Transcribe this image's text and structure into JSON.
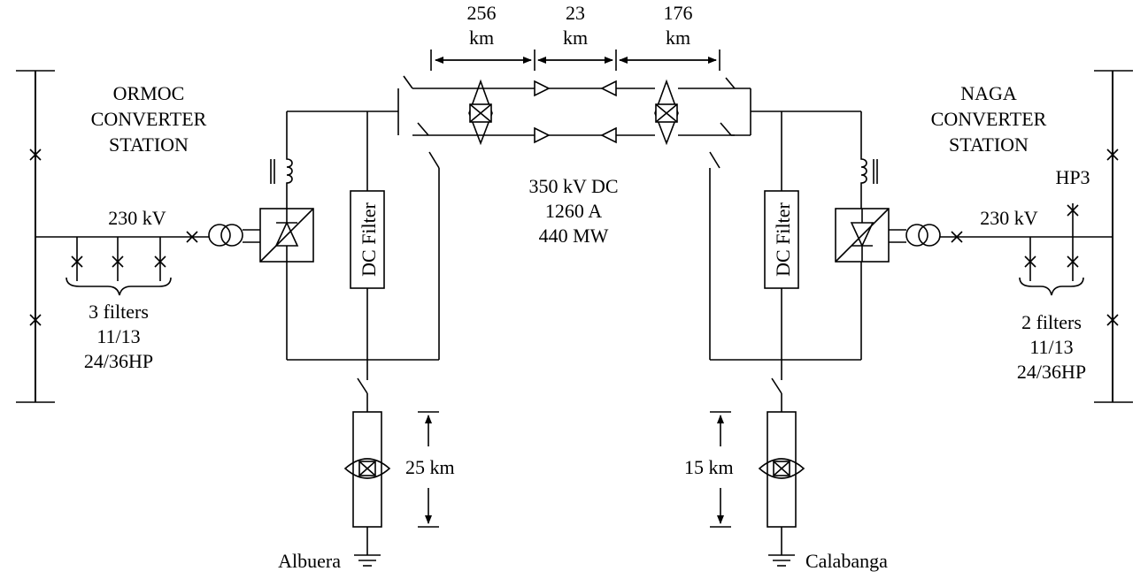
{
  "stations": {
    "ormoc": {
      "line1": "ORMOC",
      "line2": "CONVERTER",
      "line3": "STATION"
    },
    "naga": {
      "line1": "NAGA",
      "line2": "CONVERTER",
      "line3": "STATION"
    }
  },
  "ac": {
    "left_voltage": "230 kV",
    "right_voltage": "230 kV"
  },
  "filters": {
    "left": {
      "line1": "3 filters",
      "line2": "11/13",
      "line3": "24/36HP"
    },
    "right": {
      "line1": "2 filters",
      "line2": "11/13",
      "line3": "24/36HP"
    },
    "hp3": "HP3"
  },
  "dc_filter": {
    "left": "DC Filter",
    "right": "DC Filter"
  },
  "line_segments": [
    {
      "value": "256",
      "unit": "km"
    },
    {
      "value": "23",
      "unit": "km"
    },
    {
      "value": "176",
      "unit": "km"
    }
  ],
  "dc_rating": {
    "voltage": "350 kV DC",
    "current": "1260 A",
    "power": "440 MW"
  },
  "electrodes": {
    "left": {
      "distance": "25 km",
      "site": "Albuera"
    },
    "right": {
      "distance": "15 km",
      "site": "Calabanga"
    }
  }
}
